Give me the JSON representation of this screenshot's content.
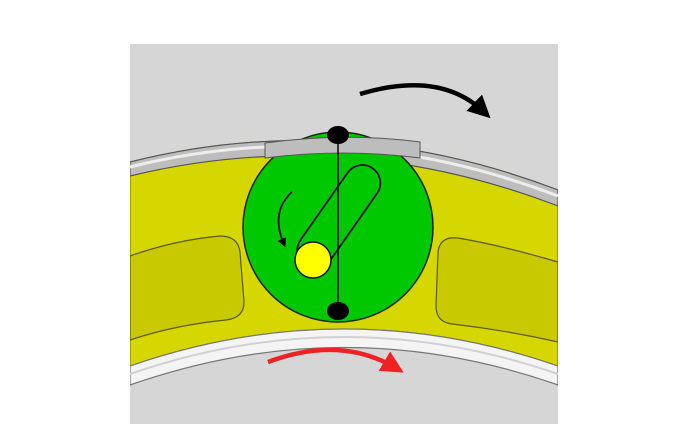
{
  "colors": {
    "page_background": "#ffffff",
    "panel_background": "#d6d6d6",
    "ring_yellow": "#d6d600",
    "ring_yellow_shadow": "#b9b900",
    "outer_track_gray": "#c4c4c4",
    "inner_track_white": "#f2f2f2",
    "ball_green": "#00c800",
    "ball_outline": "#111111",
    "pin_yellow": "#ffff00",
    "arrow_black": "#000000",
    "arrow_red": "#ee2222",
    "pivot_black": "#000000"
  },
  "icons": {
    "outer_rotation": "curved-arrow-clockwise",
    "inner_rotation": "curved-arrow-clockwise",
    "ball_rotation": "curved-arrow-counterclockwise"
  },
  "parts": [
    "outer-ring",
    "inner-ring",
    "cage",
    "rolling-ball",
    "slot",
    "pin",
    "pivot-points"
  ]
}
